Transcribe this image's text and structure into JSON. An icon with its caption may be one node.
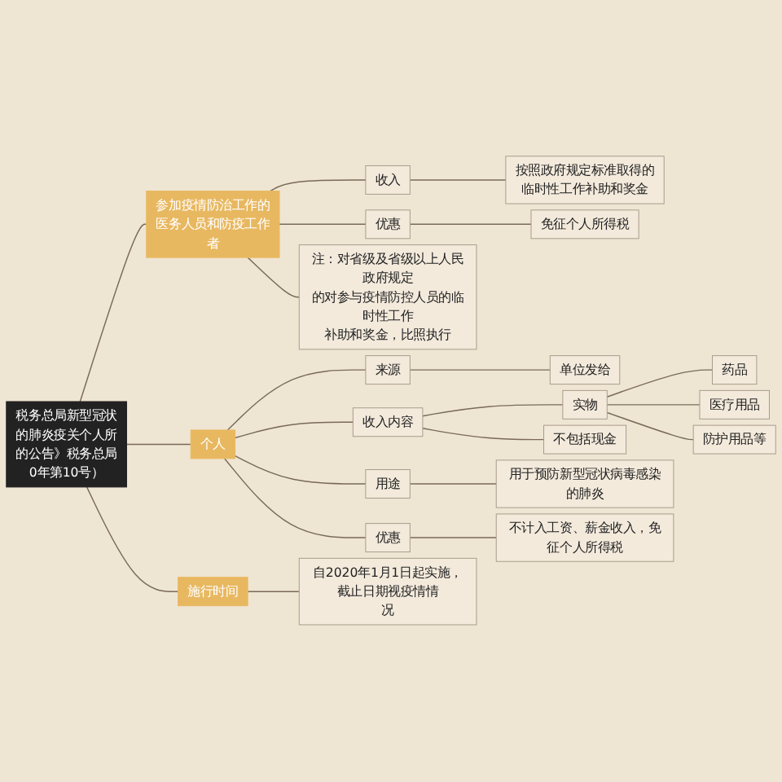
{
  "diagram": {
    "nodes": [
      {
        "text": [
          "税务总局新型冠状的肺炎疫关个人所的公告》税务总局0年第10号）"
        ]
      },
      {
        "text": [
          "参加疫情防治工作的医务人员和防疫工作者"
        ]
      },
      {
        "text": [
          "收入"
        ]
      },
      {
        "text": [
          "按照政府规定标准取得的临时性工作补助和奖金"
        ]
      },
      {
        "text": [
          "优惠"
        ]
      },
      {
        "text": [
          "免征个人所得税"
        ]
      },
      {
        "text": [
          "注：对省级及省级以上人民政府规定的对参与疫情防控人员的临时性工作补助和奖金，比照执行"
        ]
      },
      {
        "text": [
          "个人"
        ]
      },
      {
        "text": [
          "来源"
        ]
      },
      {
        "text": [
          "单位发给"
        ]
      },
      {
        "text": [
          "收入内容"
        ]
      },
      {
        "text": [
          "实物"
        ]
      },
      {
        "text": [
          "药品"
        ]
      },
      {
        "text": [
          "医疗用品"
        ]
      },
      {
        "text": [
          "防护用品等"
        ]
      },
      {
        "text": [
          "不包括现金"
        ]
      },
      {
        "text": [
          "用途"
        ]
      },
      {
        "text": [
          "用于预防新型冠状病毒感染的肺炎"
        ]
      },
      {
        "text": [
          "优惠"
        ]
      },
      {
        "text": [
          "不计入工资、薪金收入，免征个人所得税"
        ]
      },
      {
        "text": [
          "施行时间"
        ]
      },
      {
        "text": [
          "自2020年1月1日起实施，截止日期视疫情情况"
        ]
      }
    ],
    "edges": [
      {
        "from": 0,
        "to": 1,
        "arrow": "none"
      },
      {
        "from": 1,
        "to": 2,
        "arrow": "none"
      },
      {
        "from": 2,
        "to": 3,
        "arrow": "none"
      },
      {
        "from": 1,
        "to": 4,
        "arrow": "none"
      },
      {
        "from": 4,
        "to": 5,
        "arrow": "none"
      },
      {
        "from": 1,
        "to": 6,
        "arrow": "none"
      },
      {
        "from": 0,
        "to": 7,
        "arrow": "none"
      },
      {
        "from": 7,
        "to": 8,
        "arrow": "none"
      },
      {
        "from": 8,
        "to": 9,
        "arrow": "none"
      },
      {
        "from": 7,
        "to": 10,
        "arrow": "none"
      },
      {
        "from": 10,
        "to": 11,
        "arrow": "none"
      },
      {
        "from": 11,
        "to": 12,
        "arrow": "none"
      },
      {
        "from": 11,
        "to": 13,
        "arrow": "none"
      },
      {
        "from": 11,
        "to": 14,
        "arrow": "none"
      },
      {
        "from": 10,
        "to": 15,
        "arrow": "none"
      },
      {
        "from": 7,
        "to": 16,
        "arrow": "none"
      },
      {
        "from": 16,
        "to": 17,
        "arrow": "none"
      },
      {
        "from": 7,
        "to": 18,
        "arrow": "none"
      },
      {
        "from": 18,
        "to": 19,
        "arrow": "none"
      },
      {
        "from": 0,
        "to": 20,
        "arrow": "none"
      },
      {
        "from": 20,
        "to": 21,
        "arrow": "none"
      }
    ]
  }
}
